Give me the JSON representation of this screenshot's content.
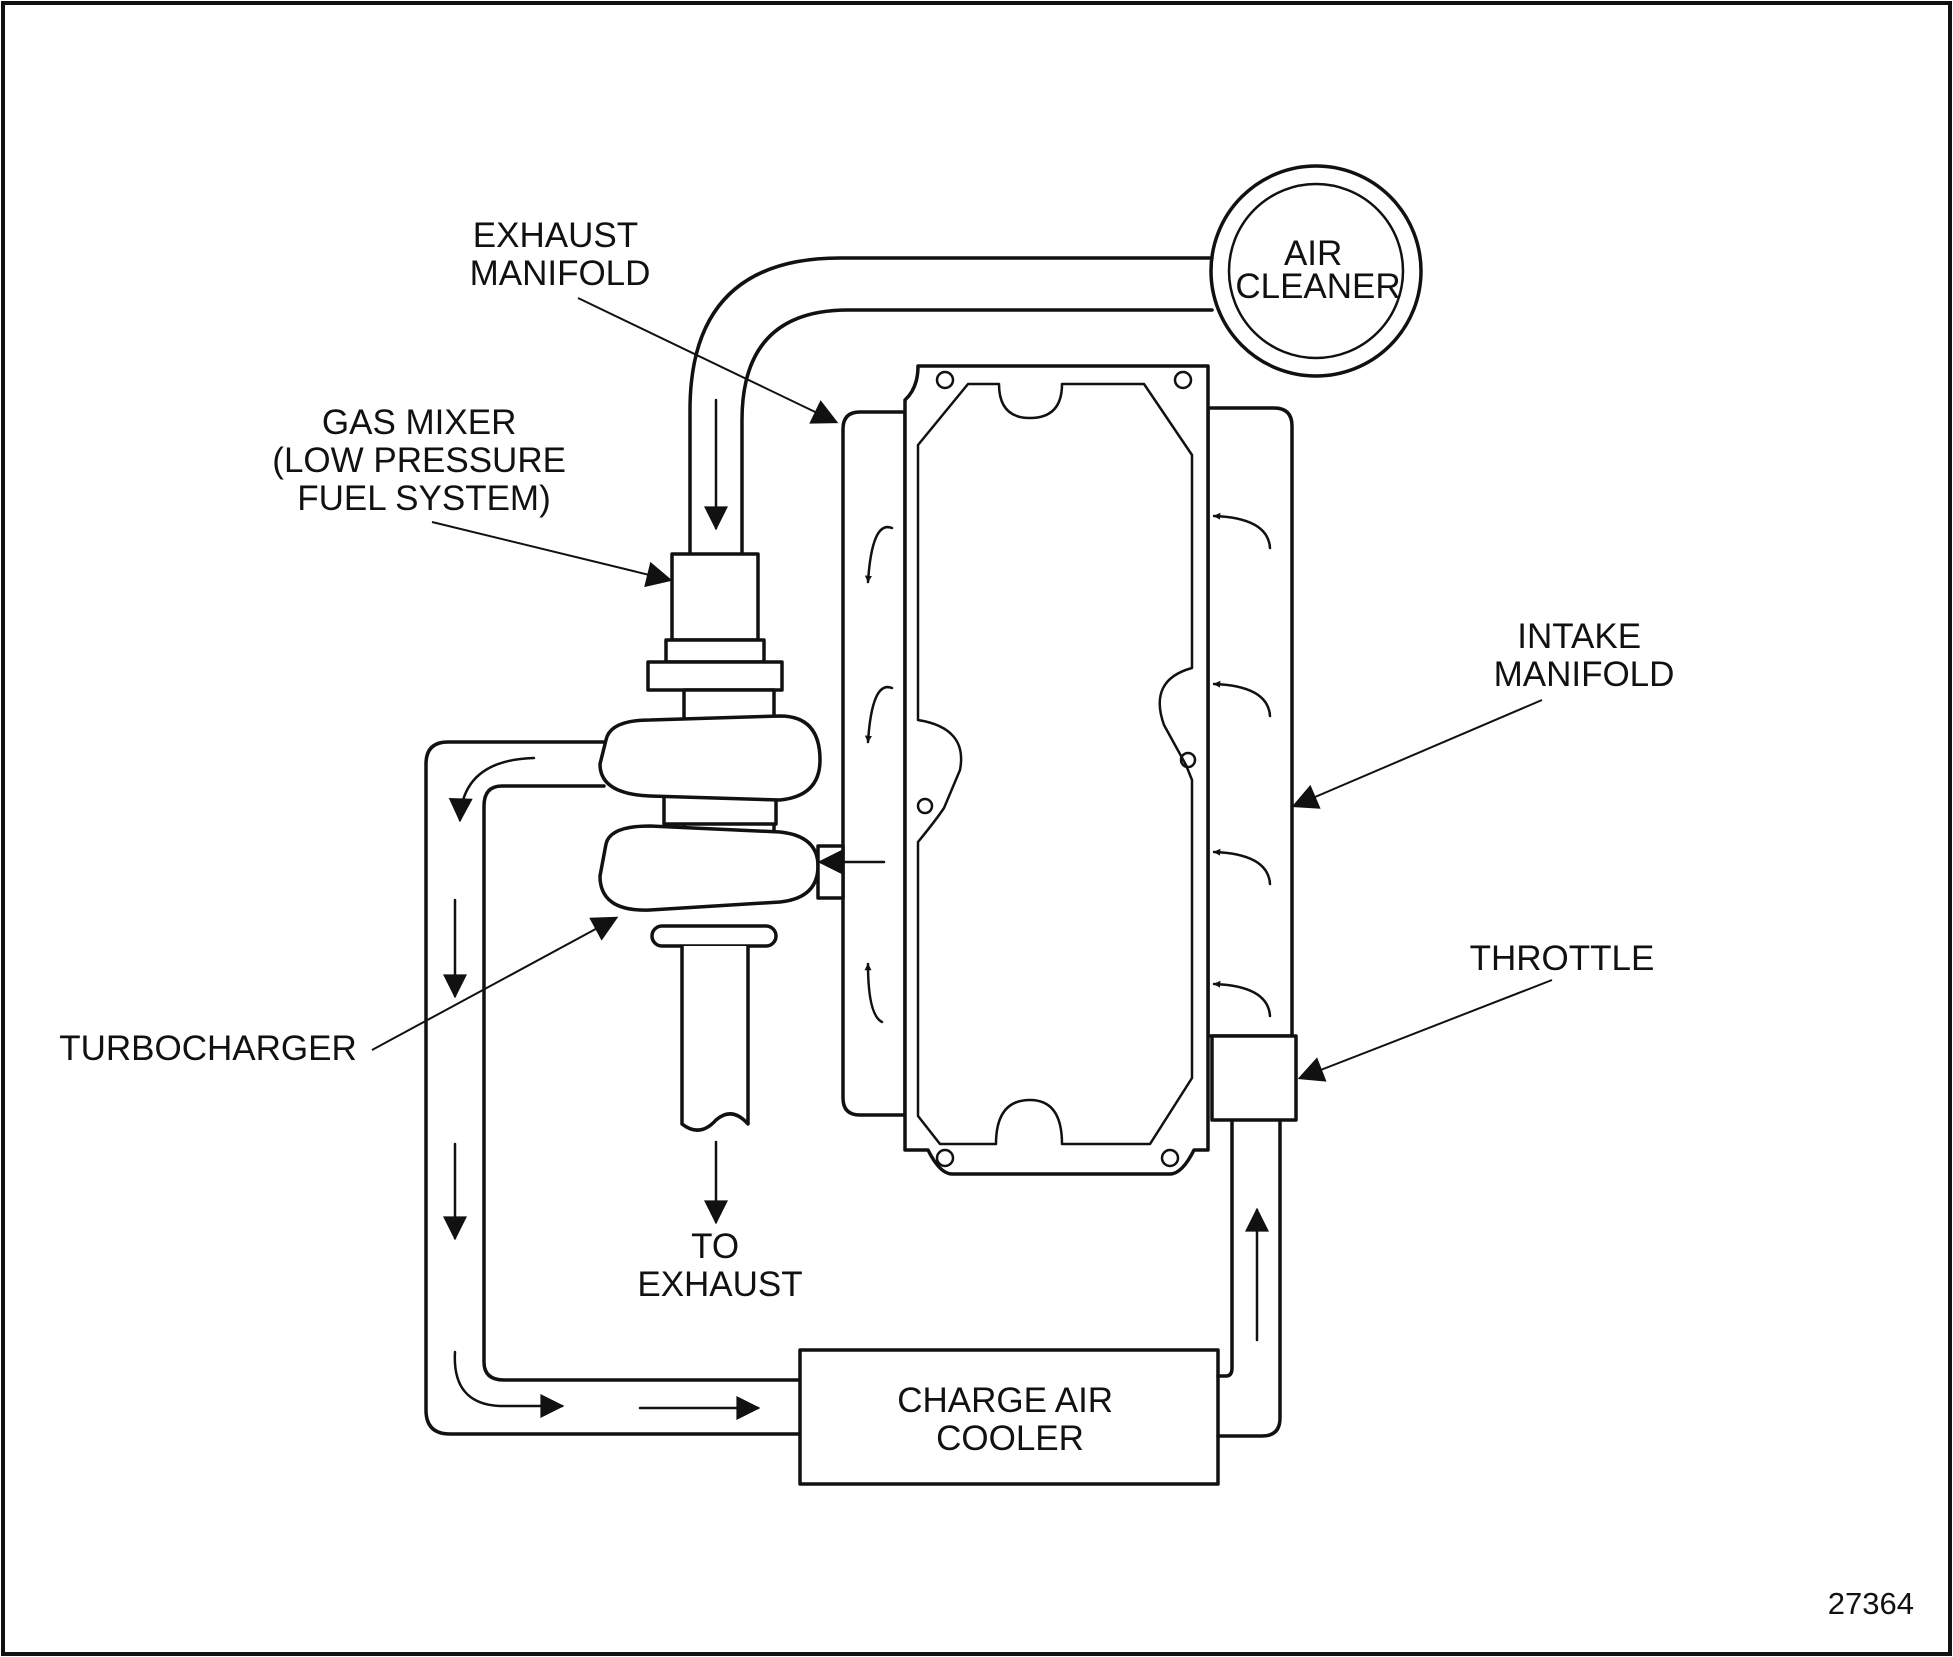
{
  "labels": {
    "air_cleaner": [
      "AIR",
      "CLEANER"
    ],
    "exhaust_manifold": [
      "EXHAUST",
      "MANIFOLD"
    ],
    "gas_mixer": [
      "GAS MIXER",
      "(LOW PRESSURE",
      "FUEL SYSTEM)"
    ],
    "intake_manifold": [
      "INTAKE",
      "MANIFOLD"
    ],
    "throttle": "THROTTLE",
    "turbocharger": "TURBOCHARGER",
    "to_exhaust": [
      "TO",
      "EXHAUST"
    ],
    "charge_air_cooler": [
      "CHARGE AIR",
      "COOLER"
    ]
  },
  "figure_number": "27364",
  "colors": {
    "line": "#111111",
    "background": "#ffffff"
  }
}
